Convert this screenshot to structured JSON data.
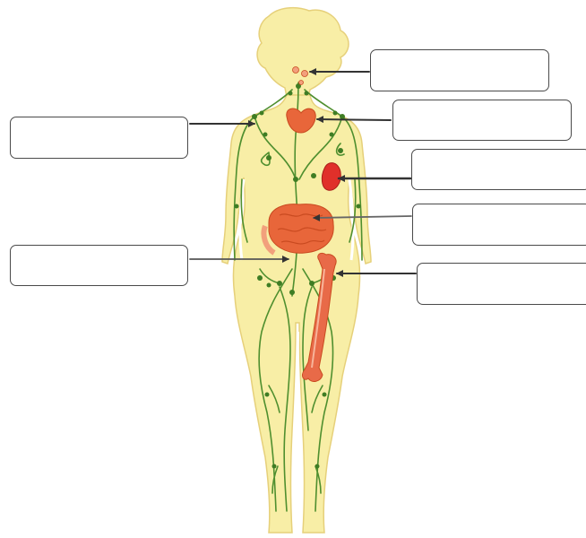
{
  "diagram": {
    "labels": [
      {
        "id": "label-1",
        "text": ""
      },
      {
        "id": "label-2",
        "text": ""
      },
      {
        "id": "label-3",
        "text": ""
      },
      {
        "id": "label-4",
        "text": ""
      },
      {
        "id": "label-5",
        "text": ""
      },
      {
        "id": "label-6",
        "text": ""
      },
      {
        "id": "label-7",
        "text": ""
      }
    ],
    "colors": {
      "body_fill": "#f8eea6",
      "body_outline": "#e6d07a",
      "vessel": "#4f8f2f",
      "node": "#3f7d24",
      "organ": "#e8663a",
      "organ_dark": "#c94a20",
      "bone": "#e86a48",
      "arrow": "#333333",
      "box_border": "#4a4a4a"
    },
    "icons": {
      "figure": "human-silhouette-icon",
      "tonsils": "tonsils-icon",
      "thymus": "thymus-icon",
      "spleen": "spleen-icon",
      "intestine": "intestine-icon",
      "bone": "femur-bone-icon"
    }
  }
}
